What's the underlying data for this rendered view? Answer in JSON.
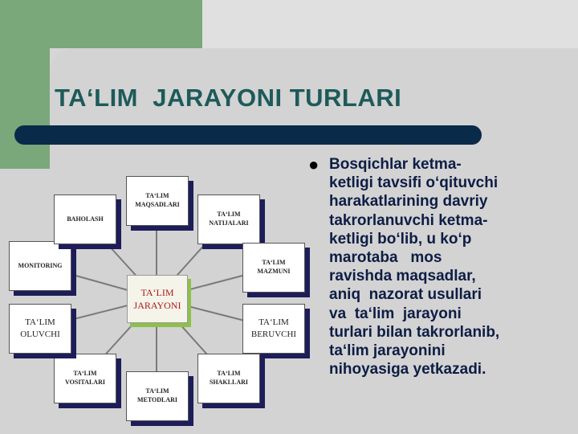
{
  "slide": {
    "title": "TA‘LIM  JARAYONI TURLARI",
    "bullet_lines": [
      "Bosqichlar ketma-",
      "ketligi tavsifi o‘qituvchi",
      "harakatlarining davriy",
      "takrorlanuvchi ketma-",
      "ketligi bo‘lib, u ko‘p",
      "marotaba   mos",
      "ravishda maqsadlar,",
      "aniq  nazorat usullari",
      "va  ta‘lim  jarayoni",
      "turlari bilan takrorlanib,",
      "ta‘lim jarayonini",
      "nihoyasiga yetkazadi."
    ]
  },
  "diagram": {
    "center": "TA‘LIM\nJARAYONI",
    "nodes": [
      "TA‘LIM\nMAQSADLARI",
      "TA‘LIM\nNATIJALARI",
      "TA‘LIM\nMAZMUNI",
      "TA‘LIM\nBERUVCHI",
      "TA‘LIM\nSHAKLLARI",
      "TA‘LIM\nMETODLARI",
      "TA‘LIM\nVOSITALARI",
      "TA‘LIM\nOLUVCHI",
      "MONITORING",
      "BAHOLASH"
    ]
  },
  "colors": {
    "title": "#1e5a5a",
    "title_bar": "#0a2a4a",
    "bullet_text": "#0d1d44",
    "frame_green": "#7aa87a",
    "box_shadow": "#1d1d5a",
    "center_text": "#b01818",
    "center_shadow": "#8ec04a"
  }
}
